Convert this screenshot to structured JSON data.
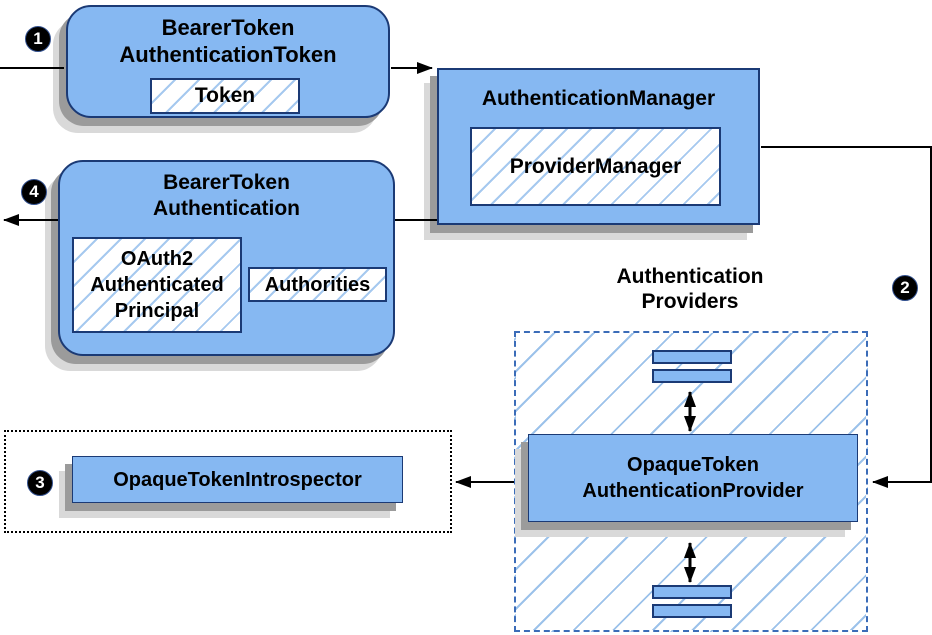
{
  "badges": {
    "step1": "1",
    "step2": "2",
    "step3": "3",
    "step4": "4"
  },
  "boxes": {
    "token_box": {
      "title": "BearerToken\nAuthenticationToken",
      "chip": "Token"
    },
    "auth_manager": {
      "title": "AuthenticationManager",
      "chip": "ProviderManager"
    },
    "bearer_auth": {
      "title": "BearerToken\nAuthentication",
      "chip_principal": "OAuth2\nAuthenticated\nPrincipal",
      "chip_authorities": "Authorities"
    },
    "opaque_provider": {
      "title": "OpaqueToken\nAuthenticationProvider"
    },
    "introspector": {
      "title": "OpaqueTokenIntrospector"
    }
  },
  "labels": {
    "authentication_providers": "Authentication\nProviders"
  },
  "colors": {
    "box_fill": "#86B8F2",
    "box_border": "#1B3A75",
    "hatch_line": "#A6C9EF",
    "providers_dash_border": "#3B6CB8",
    "dotted_border": "#000000",
    "shadow_dark": "#9B9B9B",
    "shadow_light": "#D9D9D9",
    "arrow": "#000000",
    "badge_bg": "#000000",
    "badge_text": "#FFFFFF"
  }
}
